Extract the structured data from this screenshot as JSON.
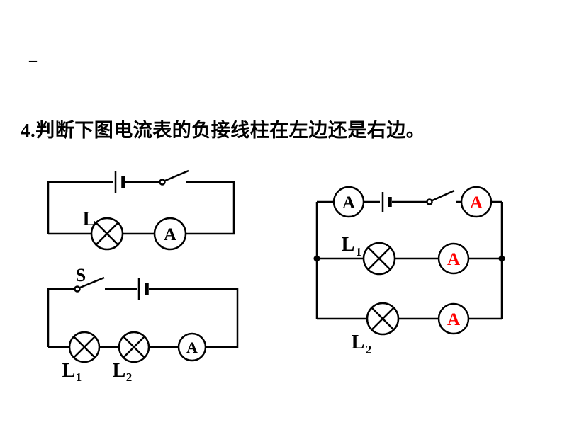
{
  "page": {
    "dash": "–",
    "title": "4.判断下图电流表的负接线柱在左边还是右边。"
  },
  "colors": {
    "ink": "#000000",
    "red": "#ff0000"
  },
  "circuits": {
    "c1": {
      "lamp": "L",
      "ammeter": "A"
    },
    "c2": {
      "switch": "S",
      "lamp1": "L",
      "lamp1_sub": "1",
      "lamp2": "L",
      "lamp2_sub": "2",
      "ammeter": "A"
    },
    "c3": {
      "ammeter_source_left": "A",
      "ammeter_source_right": "A",
      "lamp1": "L",
      "lamp1_sub": "1",
      "ammeter_branch1": "A",
      "lamp2": "L",
      "lamp2_sub": "2",
      "ammeter_branch2": "A"
    }
  }
}
